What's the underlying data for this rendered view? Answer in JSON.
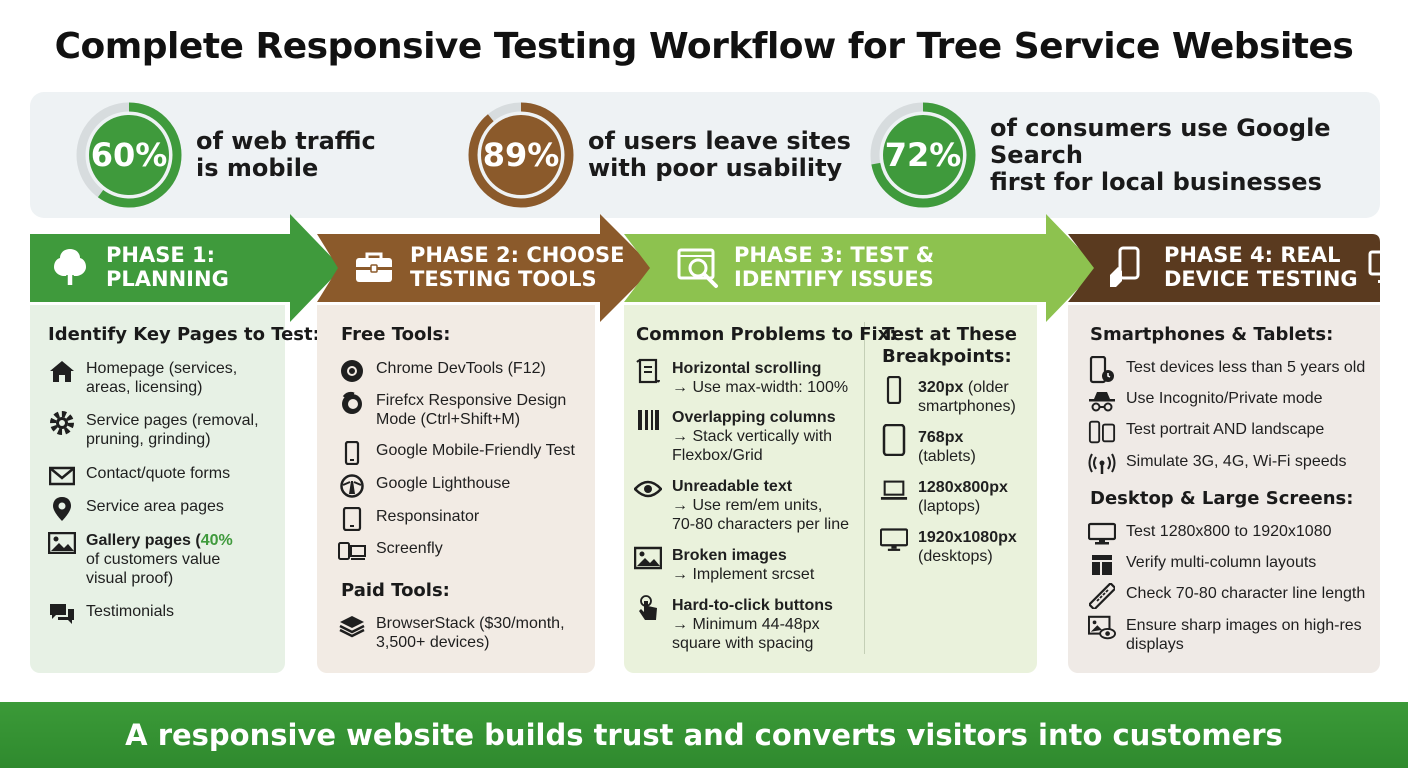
{
  "title": "Complete Responsive Testing Workflow for Tree Service Websites",
  "stats": [
    {
      "value": "60%",
      "fraction": 0.6,
      "color": "#3f9a3c",
      "lines": [
        "of web traffic",
        "is mobile"
      ]
    },
    {
      "value": "89%",
      "fraction": 0.89,
      "color": "#8b5a2b",
      "lines": [
        "of users leave sites",
        "with poor usability"
      ]
    },
    {
      "value": "72%",
      "fraction": 0.72,
      "color": "#3f9a3c",
      "lines": [
        "of consumers use Google Search",
        "first for local businesses"
      ]
    }
  ],
  "colors": {
    "green": "#3f9a3c",
    "brown": "#8b5a2b",
    "lime": "#8dc24f",
    "dark_brown": "#5a3a1f",
    "footer": "#2f8a2e"
  },
  "phases": [
    {
      "icon": "tree-icon",
      "lines": [
        "PHASE 1:",
        "PLANNING"
      ]
    },
    {
      "icon": "toolbox-icon",
      "lines": [
        "PHASE 2: CHOOSE",
        "TESTING TOOLS"
      ]
    },
    {
      "icon": "magnify-screen-icon",
      "lines": [
        "PHASE 3: TEST &",
        "IDENTIFY ISSUES"
      ]
    },
    {
      "icon": "phone-hand-icon",
      "lines": [
        "PHASE 4: REAL",
        "DEVICE TESTING"
      ]
    }
  ],
  "p1": {
    "heading": "Identify Key Pages to Test:",
    "items": [
      {
        "icon": "home-icon",
        "lines": [
          "Homepage (services,",
          "areas, licensing)"
        ]
      },
      {
        "icon": "gear-icon",
        "lines": [
          "Service pages (removal,",
          "pruning, grinding)"
        ]
      },
      {
        "icon": "envelope-icon",
        "lines": [
          "Contact/quote forms"
        ]
      },
      {
        "icon": "map-pin-icon",
        "lines": [
          "Service area pages"
        ]
      },
      {
        "icon": "image-icon",
        "bold": "Gallery pages (",
        "highlight": "40%",
        "lines": [
          "of customers value",
          "visual proof)"
        ]
      },
      {
        "icon": "chat-icon",
        "lines": [
          "Testimonials"
        ]
      }
    ]
  },
  "p2": {
    "free_heading": "Free Tools:",
    "free": [
      {
        "icon": "chrome-icon",
        "lines": [
          "Chrome DevTools (F12)"
        ]
      },
      {
        "icon": "firefox-icon",
        "lines": [
          "Firefcx Responsive Design",
          "Mode (Ctrl+Shift+M)"
        ]
      },
      {
        "icon": "phone-icon",
        "lines": [
          "Google Mobile-Friendly Test"
        ]
      },
      {
        "icon": "lighthouse-icon",
        "lines": [
          "Google Lighthouse"
        ]
      },
      {
        "icon": "tablet-icon",
        "lines": [
          "Responsinator"
        ]
      },
      {
        "icon": "devices-icon",
        "lines": [
          "Screenfly"
        ]
      }
    ],
    "paid_heading": "Paid Tools:",
    "paid": [
      {
        "icon": "layers-icon",
        "lines": [
          "BrowserStack ($30/month,",
          "3,500+ devices)"
        ]
      }
    ]
  },
  "p3": {
    "problems_heading": "Common Problems to Fix:",
    "problems": [
      {
        "icon": "scroll-icon",
        "title": "Horizontal scrolling",
        "lines": [
          "→ Use max-width: 100%"
        ]
      },
      {
        "icon": "columns-icon",
        "title": "Overlapping columns",
        "lines": [
          "→ Stack vertically with",
          "Flexbox/Grid"
        ]
      },
      {
        "icon": "eye-icon",
        "title": "Unreadable text",
        "lines": [
          "→ Use rem/em units,",
          "70-80 characters per line"
        ]
      },
      {
        "icon": "broken-image-icon",
        "title": "Broken images",
        "lines": [
          "→ Implement srcset"
        ]
      },
      {
        "icon": "tap-icon",
        "title": "Hard-to-click buttons",
        "lines": [
          "→ Minimum 44-48px",
          "square with spacing"
        ]
      }
    ],
    "bp_heading": [
      "Test at These",
      "Breakpoints:"
    ],
    "breakpoints": [
      {
        "icon": "phone-icon",
        "title": "320px",
        "lines": [
          " (older",
          "smartphones)"
        ]
      },
      {
        "icon": "tablet-icon",
        "title": "768px",
        "lines": [
          "",
          "(tablets)"
        ]
      },
      {
        "icon": "laptop-icon",
        "title": "1280x800px",
        "lines": [
          "",
          "(laptops)"
        ]
      },
      {
        "icon": "monitor-icon",
        "title": "1920x1080px",
        "lines": [
          "",
          "(desktops)"
        ]
      }
    ]
  },
  "p4": {
    "mobile_heading": "Smartphones & Tablets:",
    "mobile": [
      {
        "icon": "phone-clock-icon",
        "text": "Test devices less than 5 years old"
      },
      {
        "icon": "incognito-icon",
        "text": "Use Incognito/Private mode"
      },
      {
        "icon": "orientation-icon",
        "text": "Test portrait AND landscape"
      },
      {
        "icon": "signal-icon",
        "text": "Simulate 3G, 4G, Wi-Fi speeds"
      }
    ],
    "desktop_heading": "Desktop & Large Screens:",
    "desktop": [
      {
        "icon": "monitor-icon",
        "lines": [
          "Test 1280x800 to 1920x1080"
        ]
      },
      {
        "icon": "layout-icon",
        "lines": [
          "Verify multi-column layouts"
        ]
      },
      {
        "icon": "ruler-icon",
        "lines": [
          "Check 70-80 character line length"
        ]
      },
      {
        "icon": "image-eye-icon",
        "lines": [
          "Ensure sharp images on high-res",
          "displays"
        ]
      }
    ]
  },
  "footer": "A responsive website builds trust and converts visitors into customers"
}
